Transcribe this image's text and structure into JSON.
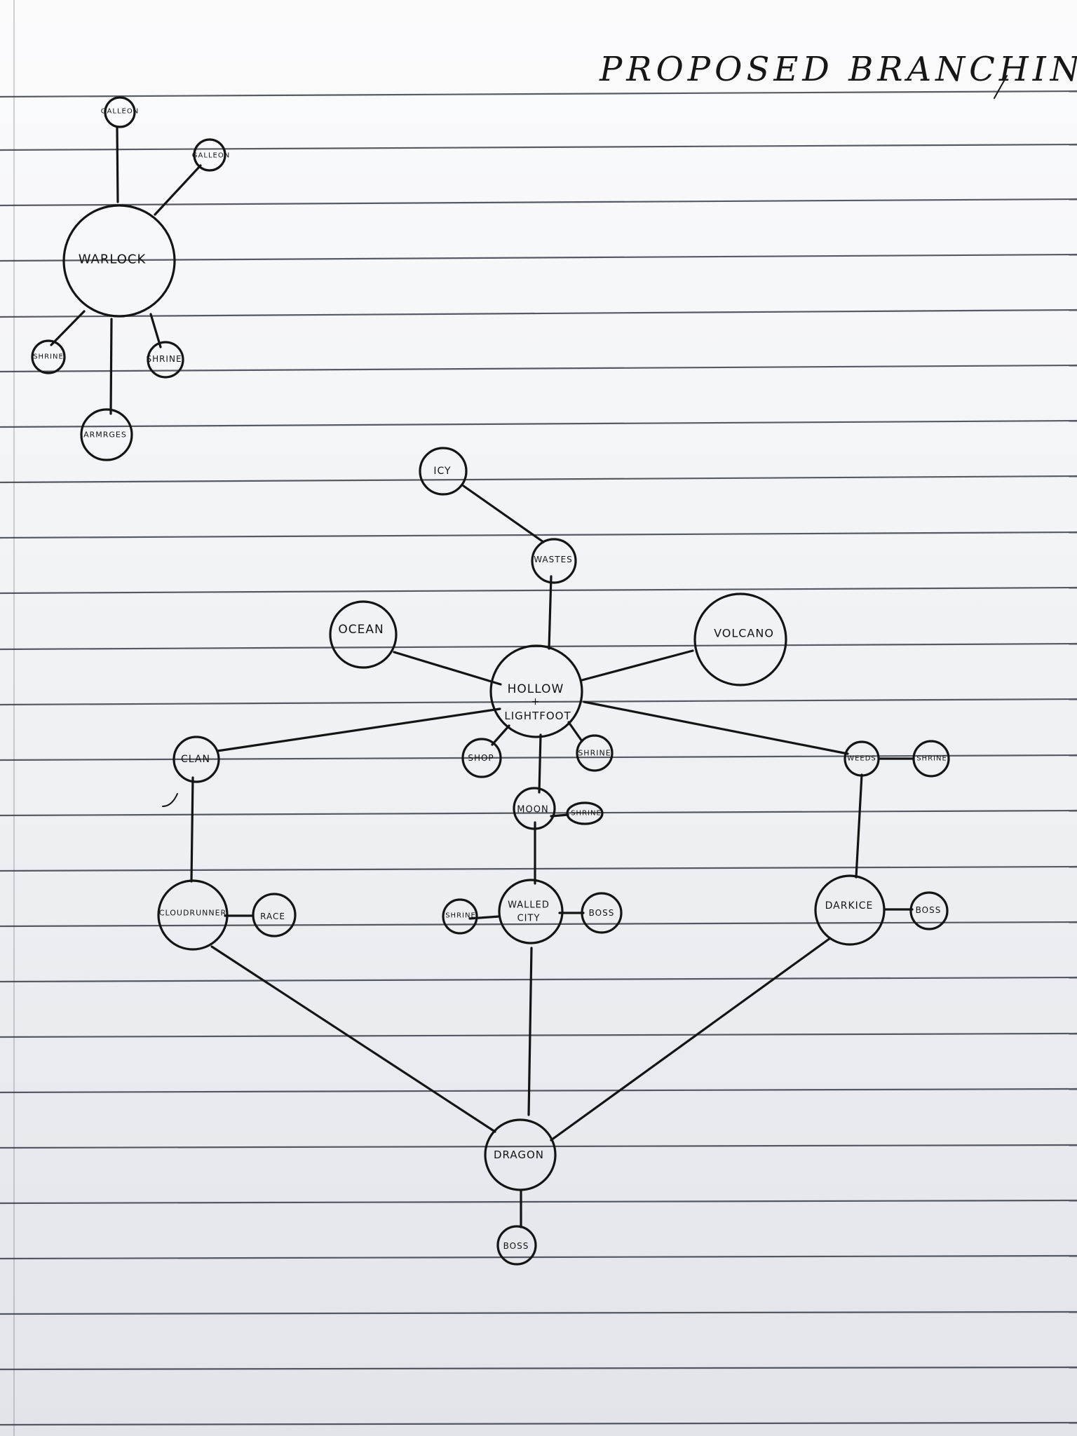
{
  "title": "PROPOSED BRANCHING",
  "diagram": {
    "warlock_cluster": {
      "center": "WARLOCK",
      "satellites": [
        "GALLEON",
        "GALLEON",
        "SHRINE",
        "SHRINE",
        "ARMRGES"
      ]
    },
    "main_map": {
      "nodes": {
        "icy": "ICY",
        "wastes": "WASTES",
        "ocean": "OCEAN",
        "volcano": "VOLCANO",
        "hollow_1": "HOLLOW",
        "hollow_2": "+",
        "hollow_3": "LIGHTFOOT",
        "clan": "CLAN",
        "shop": "SHOP",
        "shrine_hollow": "SHRINE",
        "moon": "MOON",
        "shrine_moon": "SHRINE",
        "weeds": "WEEDS",
        "shrine_weeds": "SHRINE",
        "cloudrunner": "CLOUDRUNNER",
        "race": "RACE",
        "walled_city_1": "WALLED",
        "walled_city_2": "CITY",
        "shrine_city": "SHRINE",
        "boss_city": "BOSS",
        "darkice": "DARKICE",
        "boss_darkice": "BOSS",
        "dragon": "DRAGON",
        "boss_final": "BOSS"
      }
    }
  }
}
